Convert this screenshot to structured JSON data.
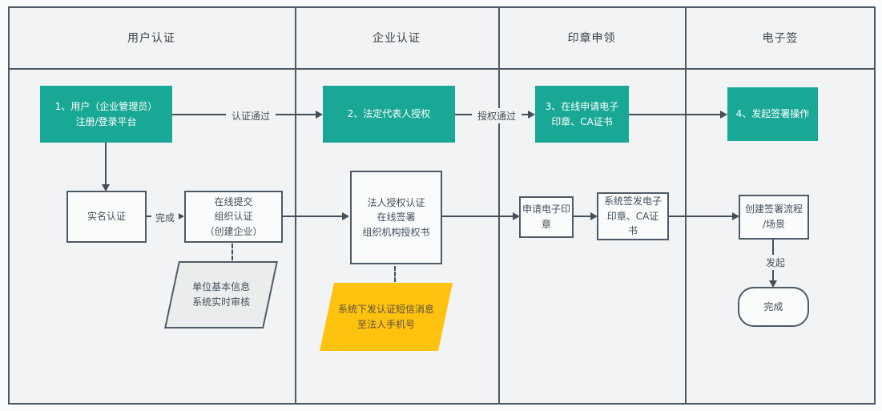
{
  "diagram": {
    "title_hint": "e-signature onboarding swimlane flowchart",
    "lanes": [
      {
        "label": "用户认证"
      },
      {
        "label": "企业认证"
      },
      {
        "label": "印章申领"
      },
      {
        "label": "电子签"
      }
    ],
    "nodes": {
      "step1": "1、用户（企业管理员）\n注册/登录平台",
      "step2": "2、法定代表人授权",
      "step3": "3、在线申请电子\n印章、CA证书",
      "step4": "4、发起签署操作",
      "realname": "实名认证",
      "submit_org": "在线提交\n组织认证\n（创建企业）",
      "org_review": "单位基本信息\n系统实时审核",
      "legal_auth": "法人授权认证\n在线签署\n组织机构授权书",
      "sms_notice": "系统下发认证短信消息\n至法人手机号",
      "apply_seal": "申请电子印章",
      "issue_seal": "系统签发电子\n印章、CA证\n书",
      "create_flow": "创建签署流程\n/场景",
      "done": "完成"
    },
    "edge_labels": {
      "auth_pass": "认证通过",
      "authz_pass": "授权通过",
      "complete": "完成",
      "initiate": "发起"
    },
    "colors": {
      "step_fill": "#19a895",
      "sms_fill": "#ffc20e",
      "review_fill": "#ebeded",
      "line": "#444f5a",
      "lane_bg": "#f1f3f4"
    }
  }
}
